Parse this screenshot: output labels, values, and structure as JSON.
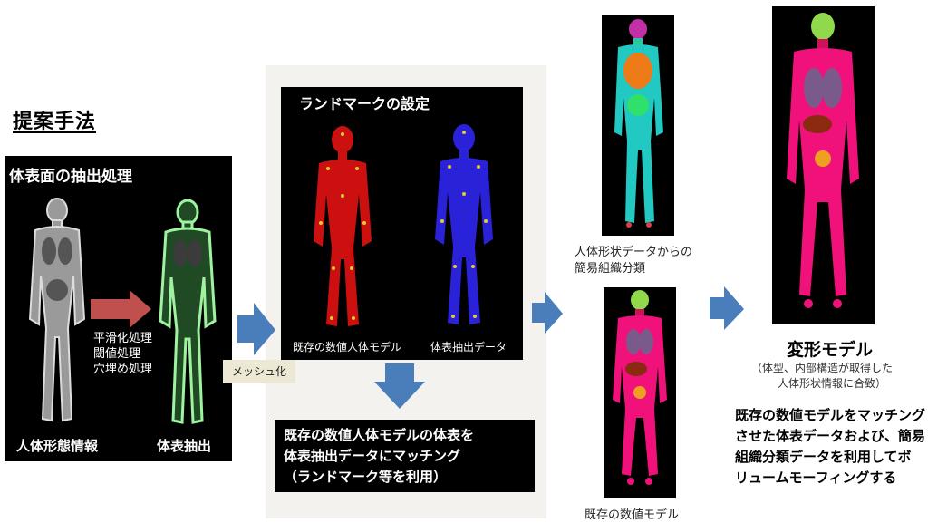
{
  "method_title": "提案手法",
  "extract": {
    "title": "体表面の抽出処理",
    "steps": [
      "平滑化処理",
      "閾値処理",
      "穴埋め処理"
    ],
    "left_label": "人体形態情報",
    "right_label": "体表抽出"
  },
  "mesh_label": "メッシュ化",
  "landmark": {
    "title": "ランドマークの設定",
    "left_caption": "既存の数値人体モデル",
    "right_caption": "体表抽出データ"
  },
  "matching": {
    "line1": "既存の数値人体モデルの体表を",
    "line2": "体表抽出データにマッチング",
    "line3": "（ランドマーク等を利用）"
  },
  "shape_caption": {
    "line1": "人体形状データからの",
    "line2": "簡易組織分類"
  },
  "existing_caption": "既存の数値モデル",
  "deformed": {
    "title": "変形モデル",
    "note_line1": "（体型、内部構造が取得した",
    "note_line2": "人体形状情報に合致）"
  },
  "description": {
    "line1": "既存の数値モデルをマッチング",
    "line2": "させた体表データおよび、簡易",
    "line3": "組織分類データを利用してボ",
    "line4": "リュームモーフィングする"
  },
  "colors": {
    "arrow_blue": "#4a7ebb",
    "arrow_red": "#c0504d",
    "model_red": "#cc1010",
    "model_blue": "#2a22d8",
    "body_green": "#8ff08f"
  }
}
